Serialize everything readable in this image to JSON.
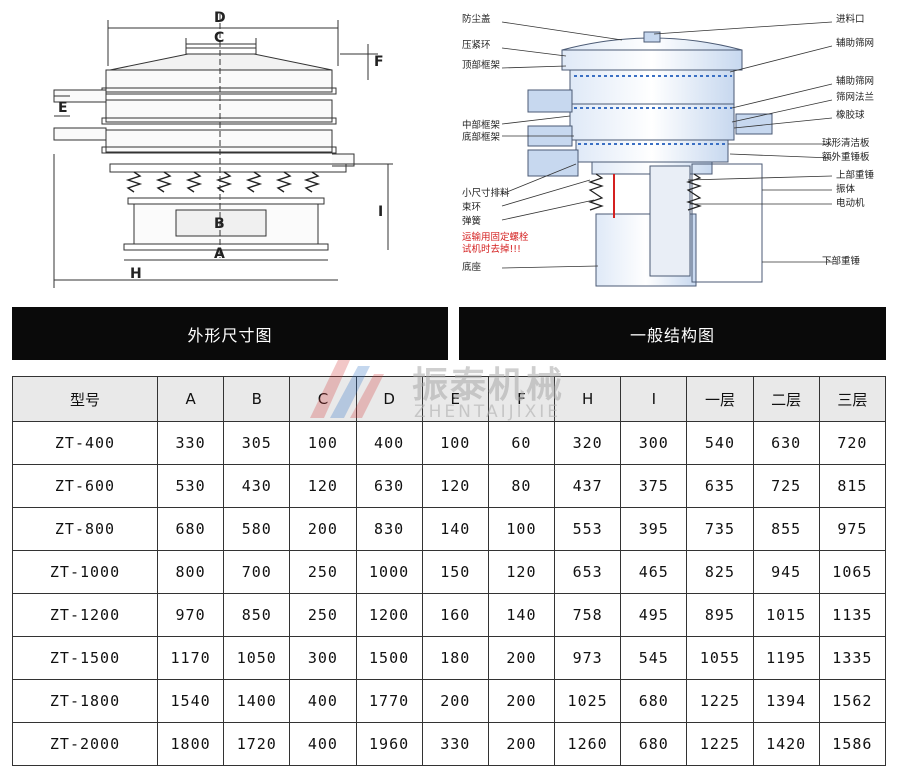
{
  "dimension_drawing": {
    "letters": [
      "D",
      "C",
      "F",
      "E",
      "B",
      "A",
      "H",
      "I"
    ]
  },
  "structure_drawing": {
    "labels": {
      "dust_cover": "防尘盖",
      "clamp_ring": "压紧环",
      "top_frame": "顶部框架",
      "middle_frame": "中部框架",
      "bottom_frame": "底部框架",
      "small_outlet": "小尺寸排料",
      "bundle_ring": "束环",
      "spring": "弹簧",
      "transport_note_1": "运输用固定螺栓",
      "transport_note_2": "试机时去掉!!!",
      "base": "底座",
      "inlet": "进料口",
      "aux_screen_1": "辅助筛网",
      "aux_screen_2": "辅助筛网",
      "screen_flange": "筛网法兰",
      "rubber_ball": "橡胶球",
      "ball_clean_plate": "球形清洁板",
      "extra_weight_plate": "额外重锤板",
      "upper_weight": "上部重锤",
      "vibrator_body": "振体",
      "motor": "电动机",
      "lower_weight": "下部重锤"
    }
  },
  "headers": {
    "left": "外形尺寸图",
    "right": "一般结构图"
  },
  "watermark": {
    "title": "振泰机械",
    "subtitle": "ZHENTAIJIXIE"
  },
  "table": {
    "columns": [
      "型号",
      "A",
      "B",
      "C",
      "D",
      "E",
      "F",
      "H",
      "I",
      "一层",
      "二层",
      "三层"
    ],
    "rows": [
      [
        "ZT-400",
        "330",
        "305",
        "100",
        "400",
        "100",
        "60",
        "320",
        "300",
        "540",
        "630",
        "720"
      ],
      [
        "ZT-600",
        "530",
        "430",
        "120",
        "630",
        "120",
        "80",
        "437",
        "375",
        "635",
        "725",
        "815"
      ],
      [
        "ZT-800",
        "680",
        "580",
        "200",
        "830",
        "140",
        "100",
        "553",
        "395",
        "735",
        "855",
        "975"
      ],
      [
        "ZT-1000",
        "800",
        "700",
        "250",
        "1000",
        "150",
        "120",
        "653",
        "465",
        "825",
        "945",
        "1065"
      ],
      [
        "ZT-1200",
        "970",
        "850",
        "250",
        "1200",
        "160",
        "140",
        "758",
        "495",
        "895",
        "1015",
        "1135"
      ],
      [
        "ZT-1500",
        "1170",
        "1050",
        "300",
        "1500",
        "180",
        "200",
        "973",
        "545",
        "1055",
        "1195",
        "1335"
      ],
      [
        "ZT-1800",
        "1540",
        "1400",
        "400",
        "1770",
        "200",
        "200",
        "1025",
        "680",
        "1225",
        "1394",
        "1562"
      ],
      [
        "ZT-2000",
        "1800",
        "1720",
        "400",
        "1960",
        "330",
        "200",
        "1260",
        "680",
        "1225",
        "1420",
        "1586"
      ]
    ]
  },
  "colors": {
    "header_bg": "#0a0a0a",
    "table_header_bg": "#e9e9e9",
    "machine_blue": "#c7d8ef",
    "note_red": "#d42020"
  }
}
